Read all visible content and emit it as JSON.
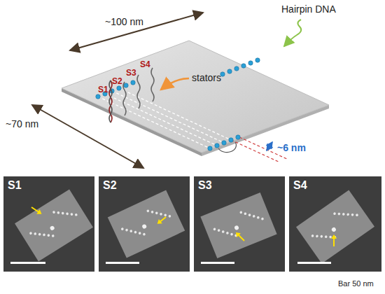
{
  "diagram": {
    "nodes": [
      {
        "text": [
          "S1"
        ]
      },
      {
        "text": [
          "S2"
        ]
      },
      {
        "text": [
          "S3"
        ]
      },
      {
        "text": [
          "S4"
        ]
      }
    ],
    "labels": [
      "~100 nm",
      "Hairpin DNA",
      "~70 nm",
      "S1",
      "S2",
      "S3",
      "S4",
      "stators",
      "~6 nm",
      "Bar 50 nm"
    ]
  }
}
